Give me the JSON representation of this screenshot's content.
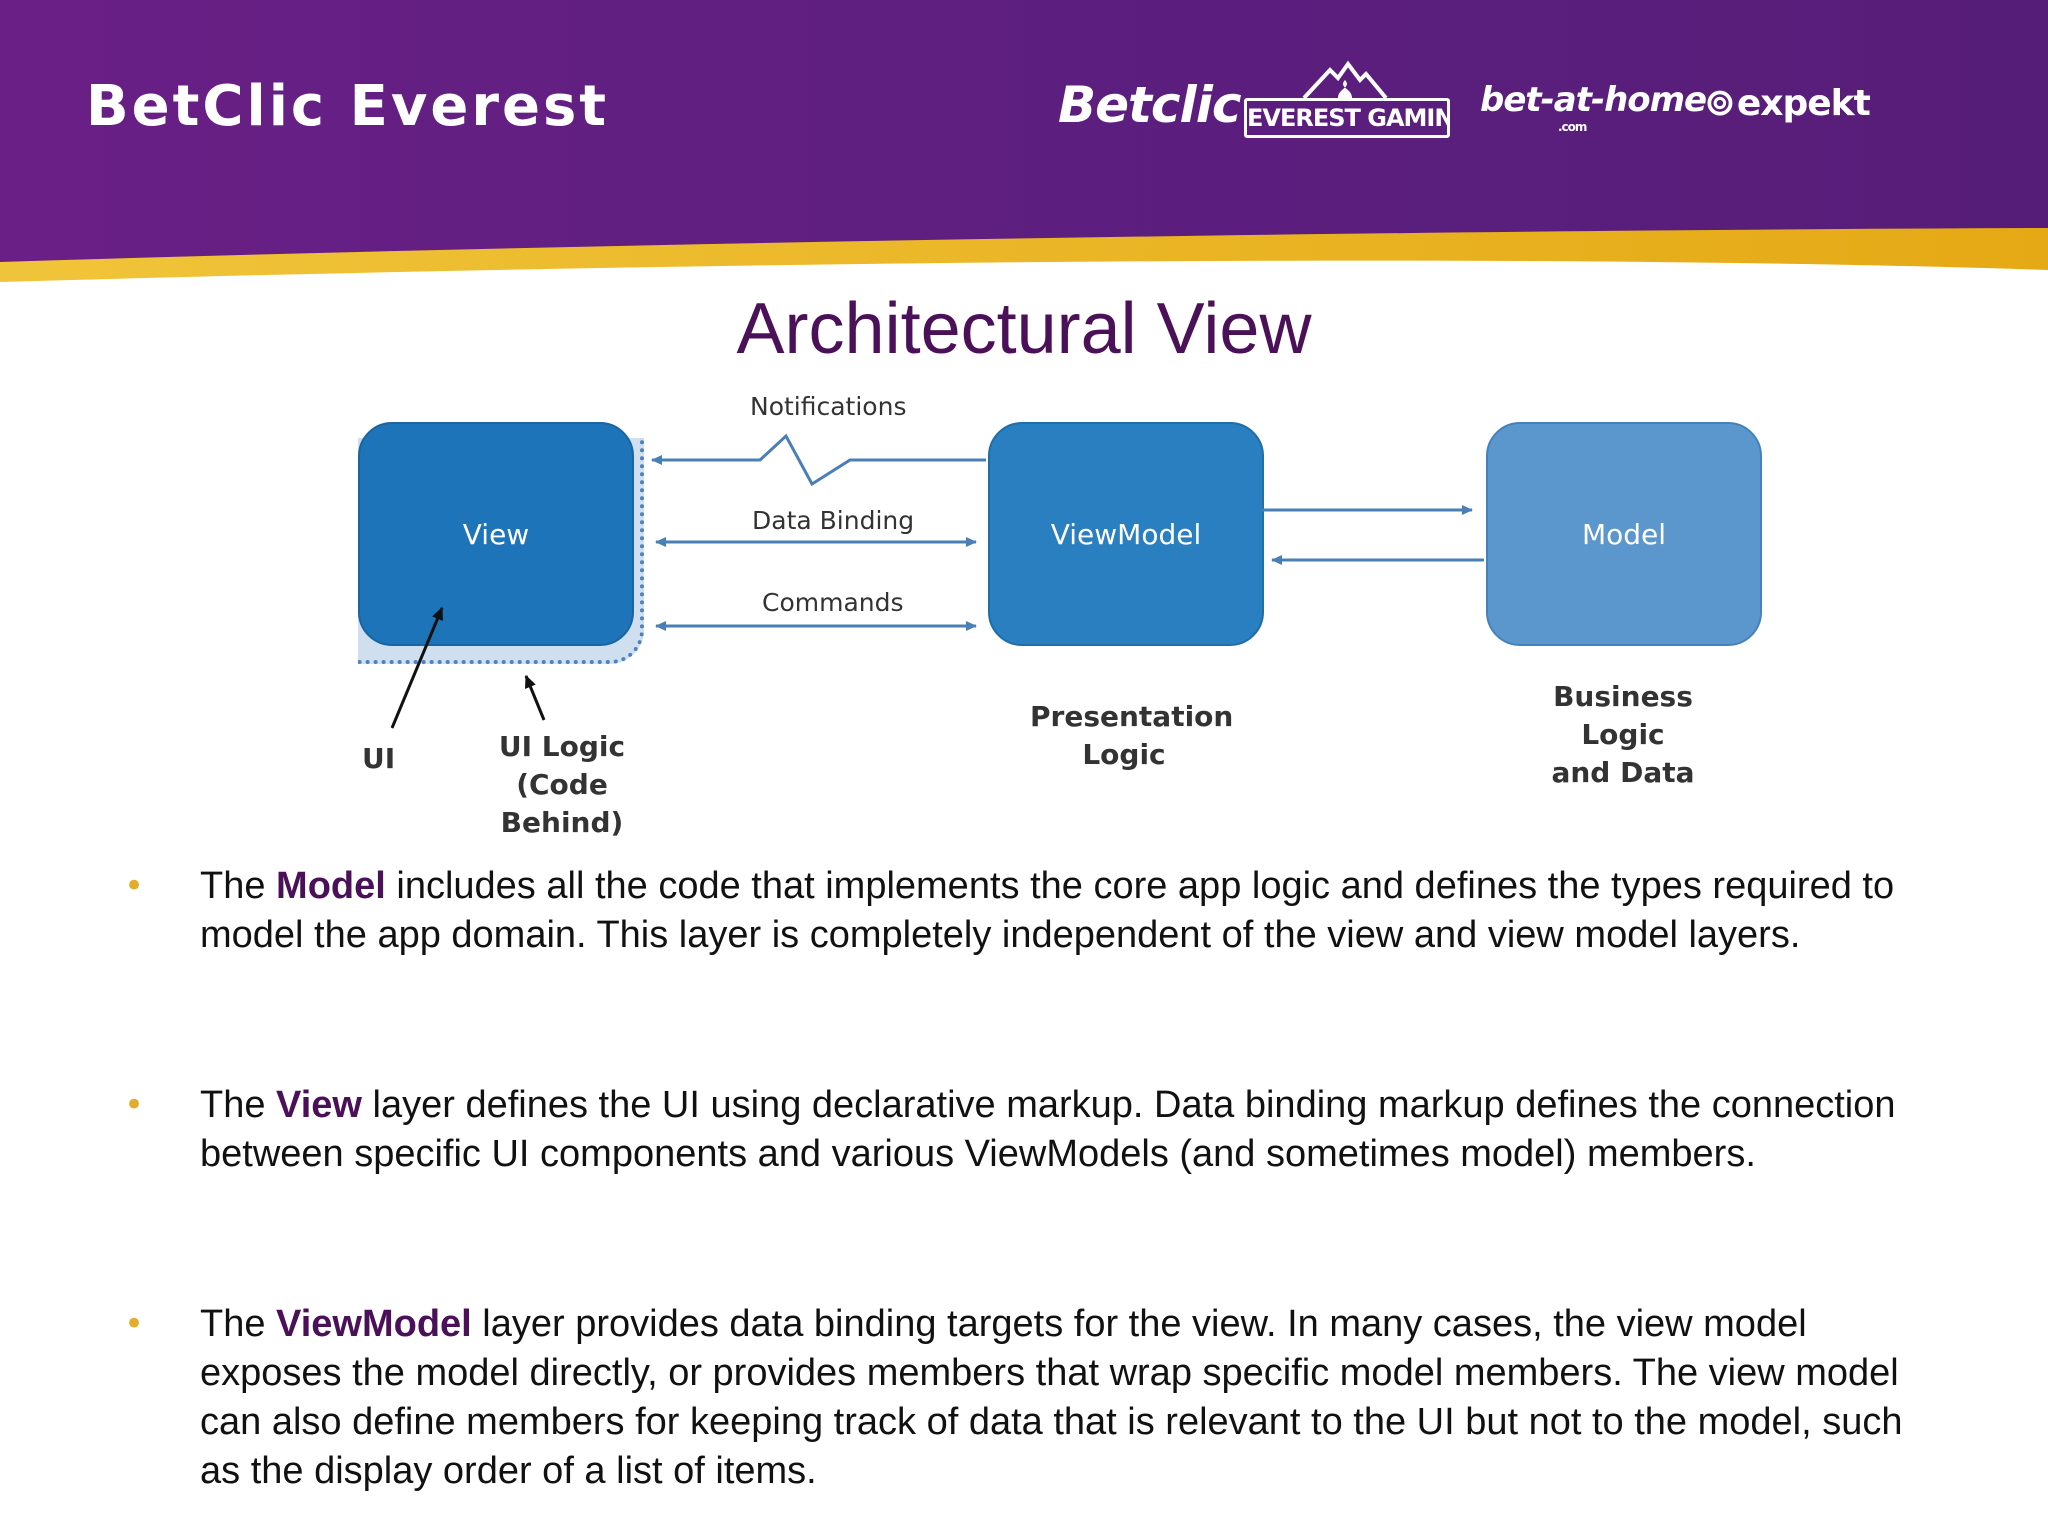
{
  "header": {
    "brand": "BetClic Everest",
    "logos": {
      "betclic": "Betclic",
      "everest": "EVEREST GAMING",
      "bet_at_home": "bet-at-home",
      "bet_at_home_sub": ".com",
      "expekt": "expekt"
    },
    "colors": {
      "banner_left": "#6a1f86",
      "banner_right": "#5a1f7c",
      "gold_stripe": "#e9b21c"
    }
  },
  "title": "Architectural View",
  "diagram": {
    "nodes": {
      "view": "View",
      "viewmodel": "ViewModel",
      "model": "Model"
    },
    "edges": {
      "notifications": "Notifications",
      "data_binding": "Data Binding",
      "commands": "Commands"
    },
    "captions": {
      "ui": "UI",
      "ui_logic_1": "UI Logic",
      "ui_logic_2": "(Code Behind)",
      "presentation_1": "Presentation",
      "presentation_2": "Logic",
      "business_1": "Business",
      "business_2": "Logic",
      "business_3": "and Data"
    },
    "colors": {
      "view": "#1e74b8",
      "viewmodel": "#2a7fc1",
      "model": "#5b97cc",
      "arrow": "#4a7fb5"
    }
  },
  "bullets": [
    {
      "prefix": "The ",
      "keyword": "Model",
      "rest": " includes all the code that implements the core app logic and defines the types required to model the app domain. This layer is completely independent of the view and view model layers."
    },
    {
      "prefix": "The ",
      "keyword": "View",
      "rest": " layer defines the UI using declarative markup. Data binding markup defines the connection between specific UI components and various ViewModels (and sometimes model) members."
    },
    {
      "prefix": "The ",
      "keyword": "ViewModel",
      "rest": " layer provides data binding targets for the view. In many cases, the view model exposes the model directly, or provides members that wrap specific model members. The view model can also define members for keeping track of data that is relevant to the UI but not to the model, such as the display order of a list of items."
    }
  ],
  "bullet_glyph": "•",
  "bullet_color": "#e3ac2c"
}
